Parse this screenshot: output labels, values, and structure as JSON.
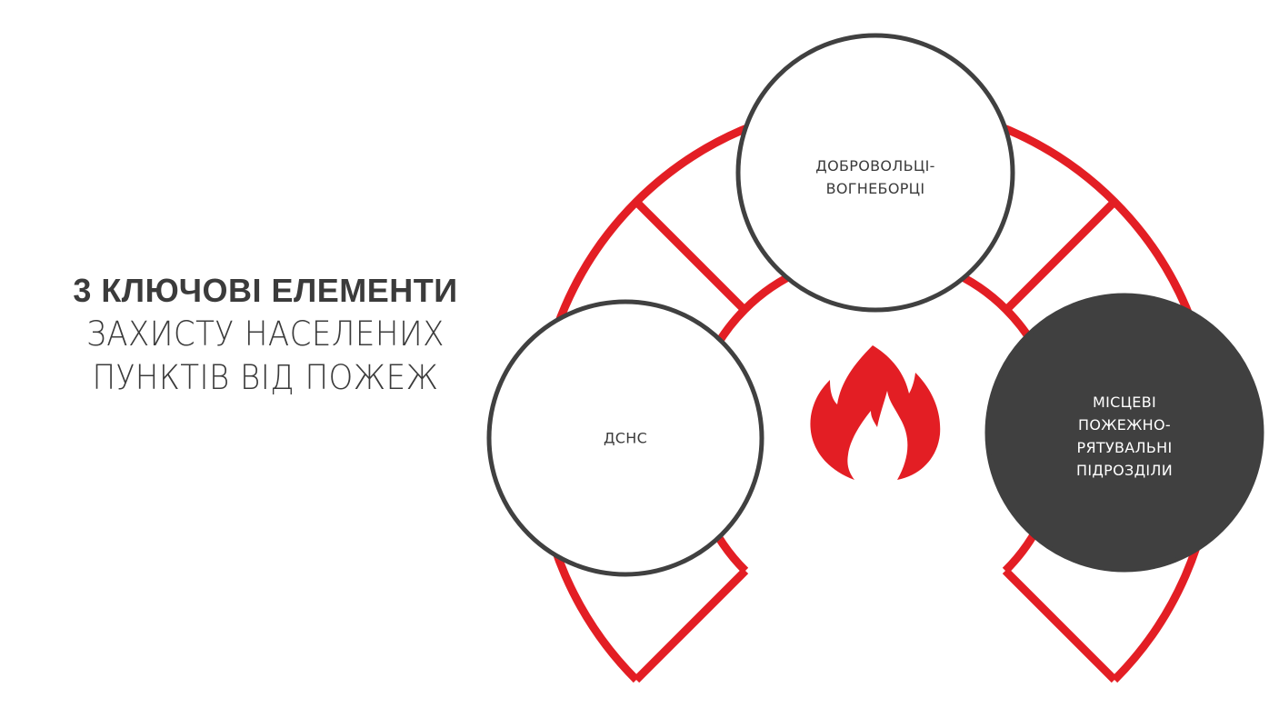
{
  "title": {
    "line1": "3 КЛЮЧОВІ ЕЛЕМЕНТИ",
    "line2": "ЗАХИСТУ НАСЕЛЕНИХ",
    "line3": "ПУНКТІВ ВІД ПОЖЕЖ"
  },
  "elements": [
    {
      "lines": [
        "ДОБРОВОЛЬЦІ-",
        "ВОГНЕБОРЦІ"
      ]
    },
    {
      "lines": [
        "ДСНС"
      ]
    },
    {
      "lines": [
        "МІСЦЕВІ",
        "ПОЖЕЖНО-",
        "РЯТУВАЛЬНІ",
        "ПІДРОЗДІЛИ"
      ]
    }
  ],
  "center_icon": "flame-icon",
  "colors": {
    "accent": "#e31e24",
    "dark": "#404040",
    "text": "#3b3b3b"
  }
}
